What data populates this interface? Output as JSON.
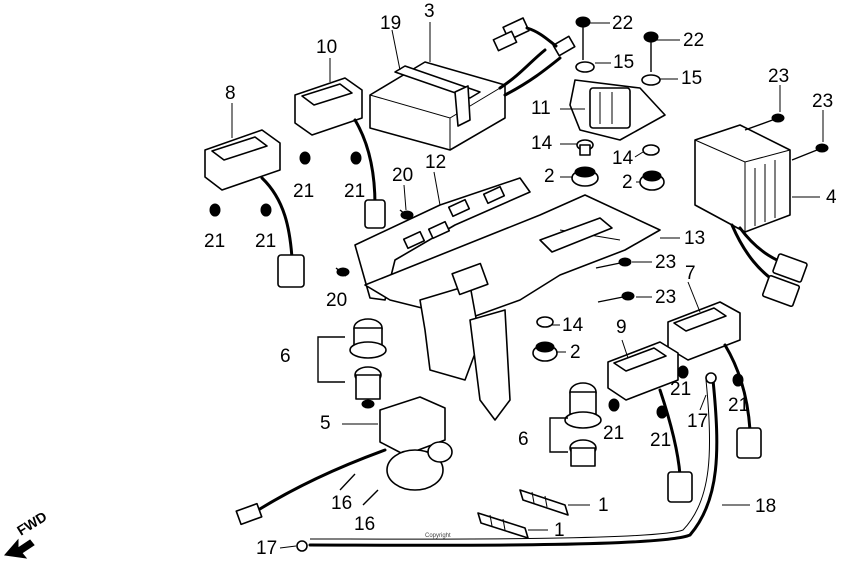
{
  "diagram": {
    "callouts": [
      {
        "id": "c3",
        "text": "3"
      },
      {
        "id": "c19",
        "text": "19"
      },
      {
        "id": "c10",
        "text": "10"
      },
      {
        "id": "c8",
        "text": "8"
      },
      {
        "id": "c22a",
        "text": "22"
      },
      {
        "id": "c22b",
        "text": "22"
      },
      {
        "id": "c15a",
        "text": "15"
      },
      {
        "id": "c15b",
        "text": "15"
      },
      {
        "id": "c23a",
        "text": "23"
      },
      {
        "id": "c23b",
        "text": "23"
      },
      {
        "id": "c11",
        "text": "11"
      },
      {
        "id": "c14a",
        "text": "14"
      },
      {
        "id": "c14b",
        "text": "14"
      },
      {
        "id": "c2a",
        "text": "2"
      },
      {
        "id": "c2b",
        "text": "2"
      },
      {
        "id": "c4",
        "text": "4"
      },
      {
        "id": "c12",
        "text": "12"
      },
      {
        "id": "c20a",
        "text": "20"
      },
      {
        "id": "c21a",
        "text": "21"
      },
      {
        "id": "c21b",
        "text": "21"
      },
      {
        "id": "c21c",
        "text": "21"
      },
      {
        "id": "c21d",
        "text": "21"
      },
      {
        "id": "c13",
        "text": "13"
      },
      {
        "id": "c23c",
        "text": "23"
      },
      {
        "id": "c23d",
        "text": "23"
      },
      {
        "id": "c20b",
        "text": "20"
      },
      {
        "id": "c7",
        "text": "7"
      },
      {
        "id": "c9",
        "text": "9"
      },
      {
        "id": "c14c",
        "text": "14"
      },
      {
        "id": "c2c",
        "text": "2"
      },
      {
        "id": "c6a",
        "text": "6"
      },
      {
        "id": "c21e",
        "text": "21"
      },
      {
        "id": "c21f",
        "text": "21"
      },
      {
        "id": "c21g",
        "text": "21"
      },
      {
        "id": "c17a",
        "text": "17"
      },
      {
        "id": "c5",
        "text": "5"
      },
      {
        "id": "c6b",
        "text": "6"
      },
      {
        "id": "c21h",
        "text": "21"
      },
      {
        "id": "c16a",
        "text": "16"
      },
      {
        "id": "c16b",
        "text": "16"
      },
      {
        "id": "c1a",
        "text": "1"
      },
      {
        "id": "c1b",
        "text": "1"
      },
      {
        "id": "c18",
        "text": "18"
      },
      {
        "id": "c17b",
        "text": "17"
      }
    ],
    "direction_label": "FWD",
    "copyright": "Copyright"
  }
}
